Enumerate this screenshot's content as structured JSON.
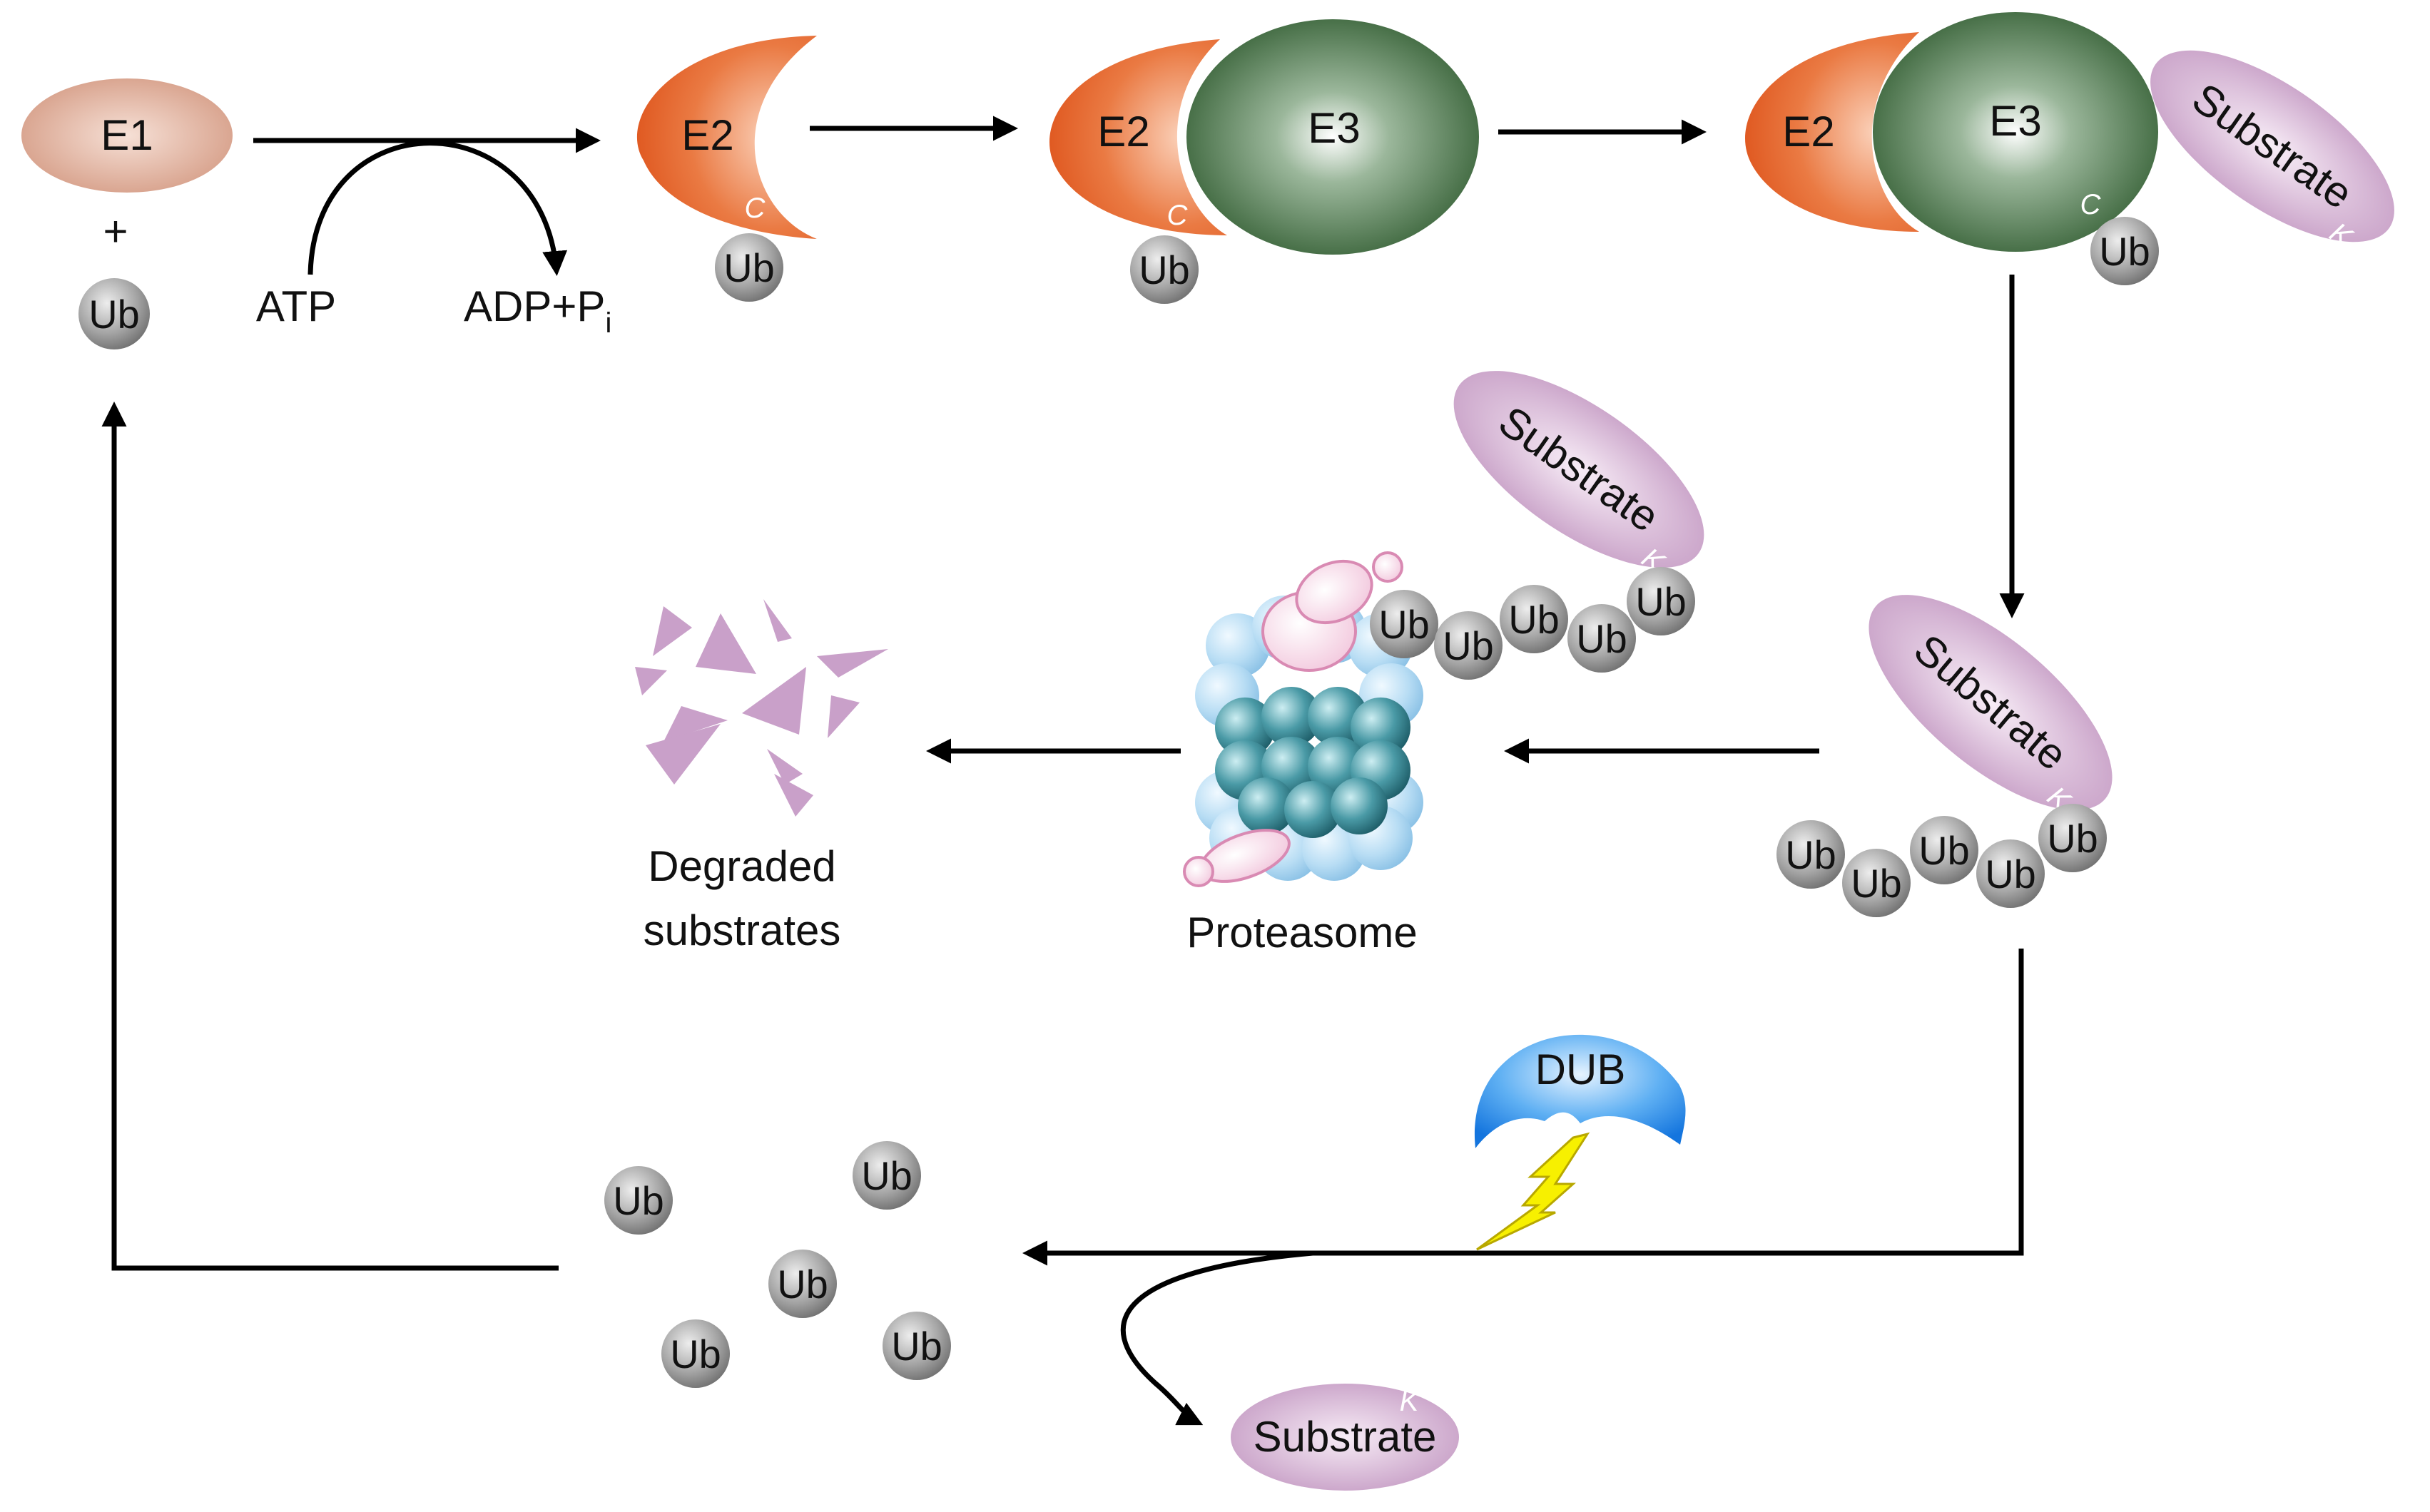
{
  "labels": {
    "e1": "E1",
    "plus": "+",
    "ub": "Ub",
    "atp": "ATP",
    "adp": "ADP+P",
    "adp_sub": "i",
    "e2": "E2",
    "e3": "E3",
    "cys": "C",
    "lys": "K",
    "substrate": "Substrate",
    "proteasome": "Proteasome",
    "degraded_line1": "Degraded",
    "degraded_line2": "substrates",
    "dub": "DUB"
  },
  "colors": {
    "e1": "#d9a08c",
    "e2": "#e5622b",
    "e3": "#3f6b3f",
    "ub": "#9a9a9a",
    "substrate": "#c9a0c9",
    "proteasome_cap": "#f3c9dd",
    "proteasome_outer": "#a9d3ee",
    "proteasome_inner": "#3f8e9a",
    "dub": "#1d7fe0",
    "lightning": "#f5f000",
    "fragments": "#c9a0c9"
  }
}
